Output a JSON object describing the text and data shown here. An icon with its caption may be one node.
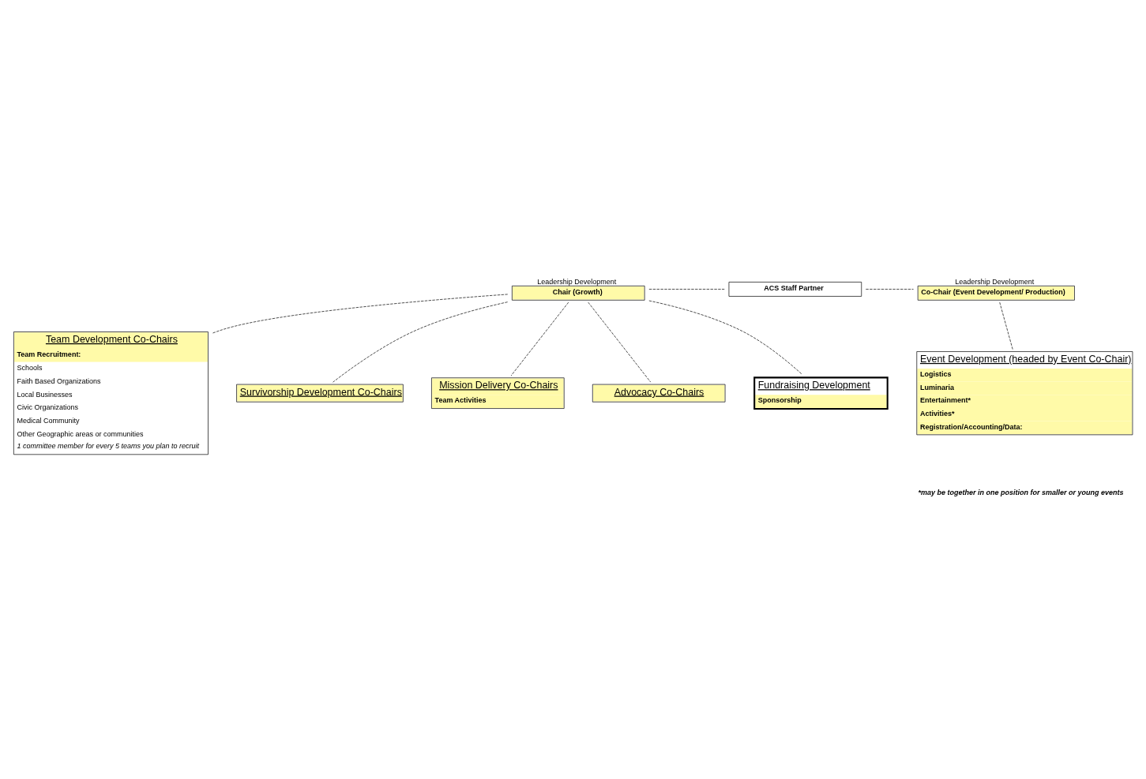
{
  "diagram": {
    "nodes": [
      {
        "text": [
          "Leadership Development",
          "Chair (Growth)"
        ]
      },
      {
        "text": [
          "ACS Staff Partner"
        ]
      },
      {
        "text": [
          "Leadership Development",
          "Co-Chair (Event Development/ Production)"
        ]
      },
      {
        "text": [
          "Team Development Co-Chairs",
          "Team Recruitment:",
          "Schools",
          "Faith Based Organizations",
          "Local Businesses",
          "Civic Organizations",
          "Medical Community",
          "Other Geographic areas or communities",
          "1 committee member for every 5 teams you plan to recruit"
        ]
      },
      {
        "text": [
          "Survivorship Development Co-Chairs"
        ]
      },
      {
        "text": [
          "Mission Delivery Co-Chairs",
          "Team Activities"
        ]
      },
      {
        "text": [
          "Advocacy Co-Chairs"
        ]
      },
      {
        "text": [
          "Event Development (headed by Event Co-Chair)",
          "Logistics",
          "Luminaria",
          "Entertainment*",
          "Activities*",
          "Registration/Accounting/Data:"
        ]
      },
      {
        "text": [
          "Fundraising Development",
          "Sponsorship"
        ]
      }
    ],
    "edges": [
      {
        "from": 0,
        "to": 1,
        "arrow": "none",
        "style": "dashed"
      },
      {
        "from": 1,
        "to": 2,
        "arrow": "none",
        "style": "dashed"
      },
      {
        "from": 2,
        "to": 7,
        "arrow": "none",
        "style": "dashed"
      },
      {
        "from": 0,
        "to": 3,
        "arrow": "none",
        "style": "dashed"
      },
      {
        "from": 0,
        "to": 4,
        "arrow": "none",
        "style": "dashed"
      },
      {
        "from": 0,
        "to": 5,
        "arrow": "none",
        "style": "dashed"
      },
      {
        "from": 0,
        "to": 6,
        "arrow": "none",
        "style": "dashed"
      },
      {
        "from": 0,
        "to": 8,
        "arrow": "none",
        "style": "dashed"
      }
    ],
    "labels": [
      "*may be together in one position for smaller or young events"
    ]
  }
}
